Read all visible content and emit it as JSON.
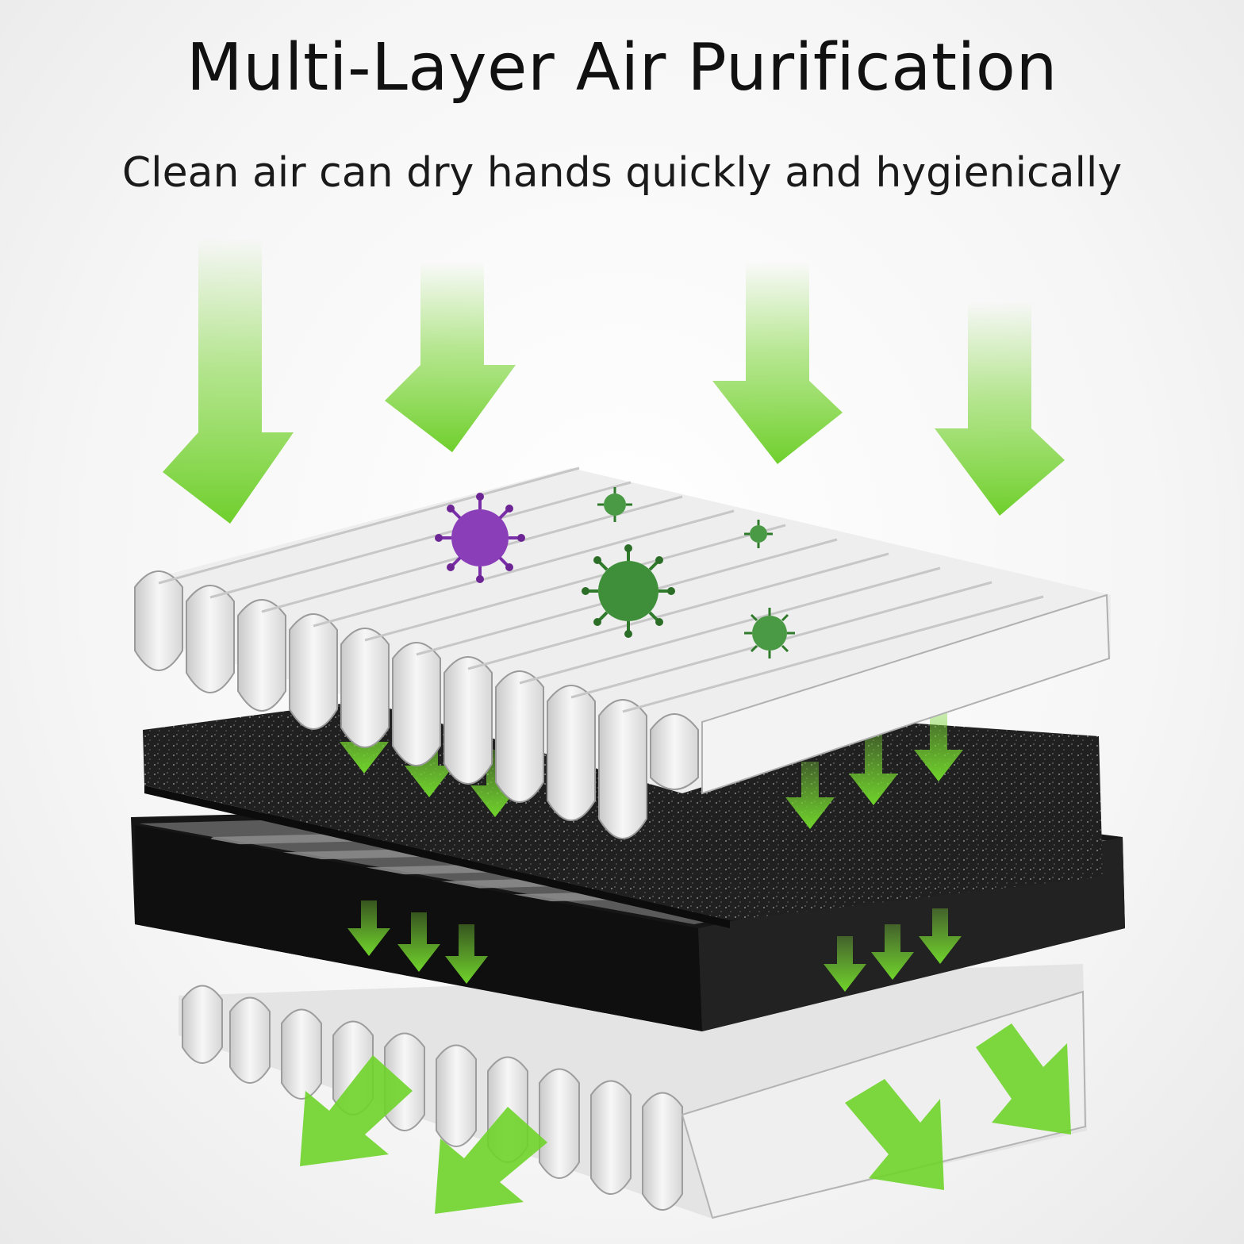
{
  "header": {
    "title": "Multi-Layer Air Purification",
    "subtitle": "Clean air can dry hands quickly and hygienically"
  },
  "colors": {
    "arrow_green": "#7ed63a",
    "virus_purple": "#8a3fb8",
    "virus_green": "#3f8f3a",
    "filter_white": "#f4f4f4",
    "foam_black": "#1c1c1c",
    "frame_black": "#111111"
  },
  "layers": [
    {
      "name": "pleated-white-filter-top"
    },
    {
      "name": "carbon-foam-layer"
    },
    {
      "name": "black-frame-filter"
    },
    {
      "name": "pleated-white-filter-bottom"
    }
  ],
  "icons": [
    "green-airflow-arrow-icon",
    "virus-icon"
  ]
}
